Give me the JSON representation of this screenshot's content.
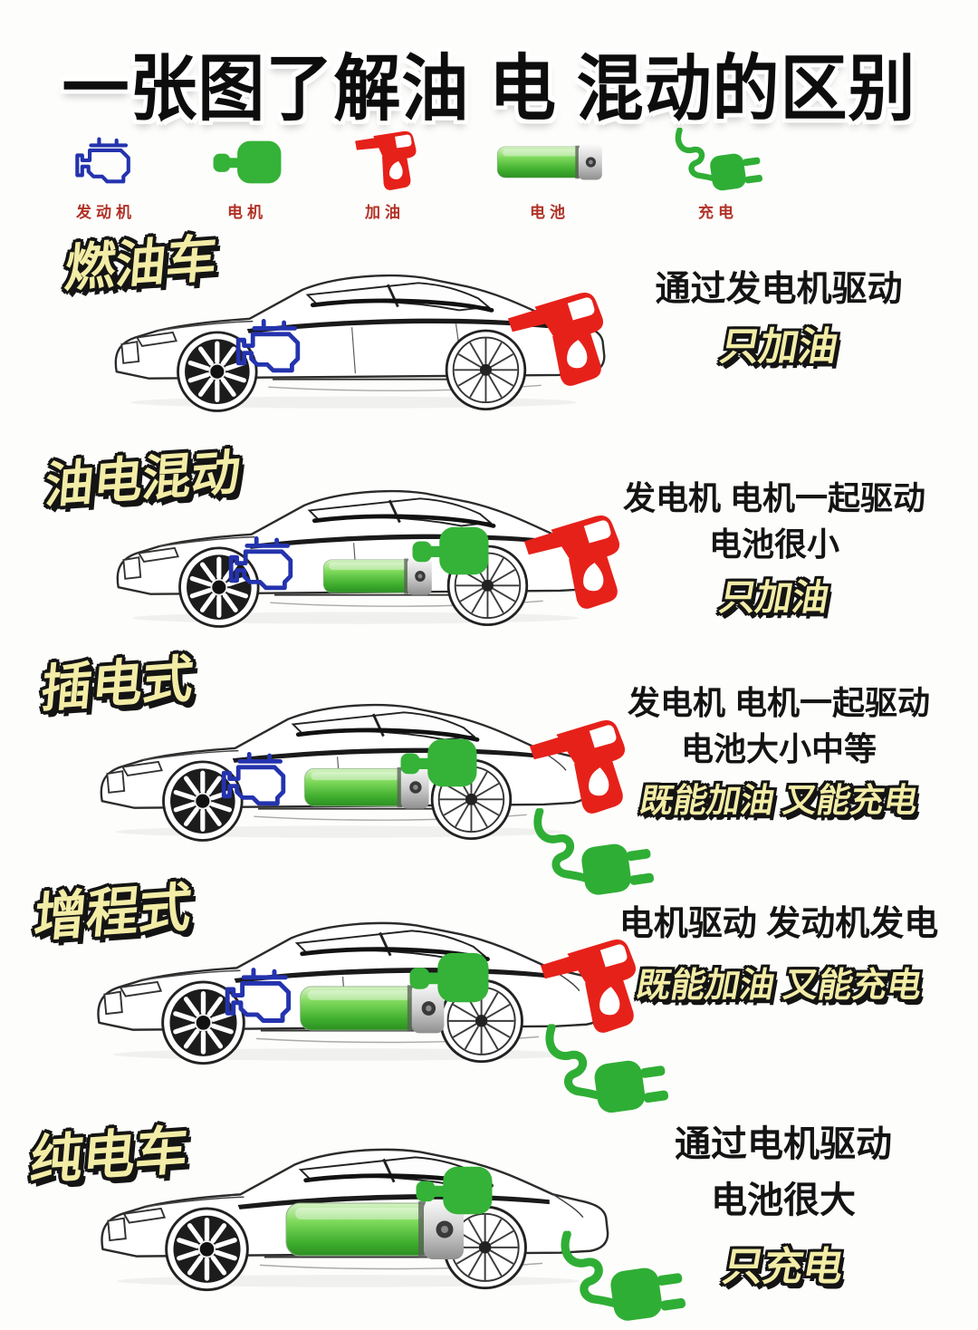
{
  "title": "一张图了解油 电 混动的区别",
  "colors": {
    "engine_blue": "#2433ae",
    "eco_green": "#35b238",
    "fuel_red": "#e6211a",
    "label_red": "#b03127",
    "highlight_yellow": "#f2eca6",
    "text_black": "#141414"
  },
  "legend": {
    "items": [
      {
        "icon": "engine-icon",
        "label": "发动机"
      },
      {
        "icon": "motor-icon",
        "label": "电机"
      },
      {
        "icon": "nozzle-icon",
        "label": "加油"
      },
      {
        "icon": "battery-icon",
        "label": "电池"
      },
      {
        "icon": "plug-icon",
        "label": "充电"
      }
    ]
  },
  "sections": [
    {
      "title": "燃油车",
      "line1": "通过发电机驱动",
      "line2": "",
      "highlight": "只加油"
    },
    {
      "title": "油电混动",
      "line1": "发电机 电机一起驱动",
      "line2": "电池很小",
      "highlight": "只加油"
    },
    {
      "title": "插电式",
      "line1": "发电机 电机一起驱动",
      "line2": "电池大小中等",
      "highlight": "既能加油 又能充电"
    },
    {
      "title": "增程式",
      "line1": "电机驱动 发动机发电",
      "line2": "",
      "highlight": "既能加油 又能充电"
    },
    {
      "title": "纯电车",
      "line1": "通过电机驱动",
      "line2": "电池很大",
      "highlight": "只充电"
    }
  ]
}
